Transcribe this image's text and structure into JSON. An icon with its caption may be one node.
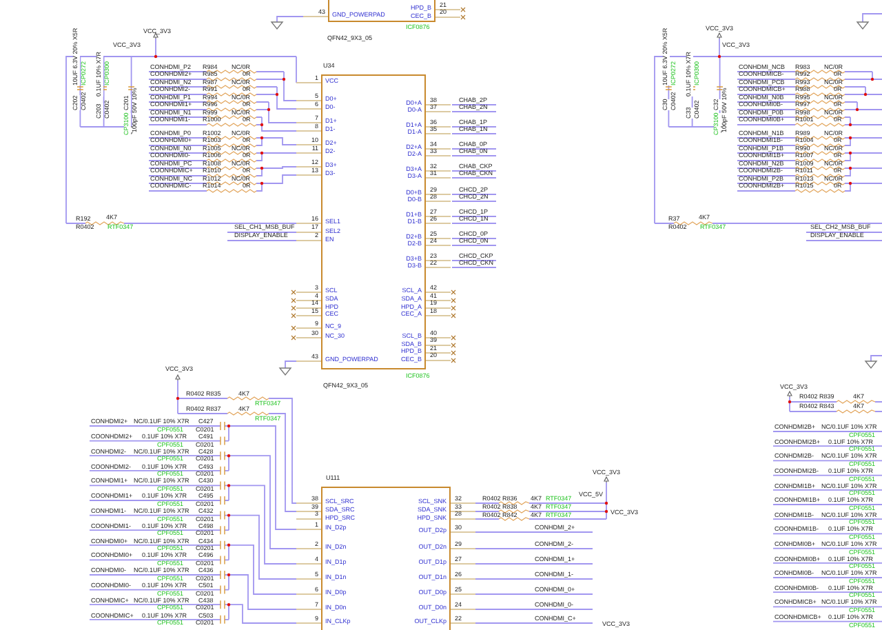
{
  "diagram": {
    "nodes": [
      {
        "text": [
          "GND_POWERPAD",
          "HPD_B",
          "CEC_B"
        ],
        "beside": [
          "43",
          "21",
          "20",
          "ICF0876",
          "QFN42_9X3_05"
        ]
      },
      {
        "text": [
          "U34",
          "VCC",
          "D0+",
          "D0-",
          "D1+",
          "D1-",
          "D2+",
          "D2-",
          "D3+",
          "D3-",
          "SEL1",
          "SEL2",
          "EN",
          "SCL",
          "SDA",
          "HPD",
          "CEC",
          "NC_9",
          "NC_30",
          "GND_POWERPAD",
          "D0+A",
          "D0-A",
          "D1+A",
          "D1-A",
          "D2+A",
          "D2-A",
          "D3+A",
          "D3-A",
          "D0+B",
          "D0-B",
          "D1+B",
          "D1-B",
          "D2+B",
          "D2-B",
          "D3+B",
          "D3-B",
          "SCL_A",
          "SDA_A",
          "HPD_A",
          "CEC_A",
          "SCL_B",
          "SDA_B",
          "HPD_B",
          "CEC_B"
        ],
        "beside": [
          "1",
          "5",
          "6",
          "7",
          "8",
          "10",
          "11",
          "12",
          "13",
          "16",
          "17",
          "2",
          "3",
          "4",
          "14",
          "15",
          "9",
          "30",
          "43",
          "38",
          "37",
          "36",
          "35",
          "34",
          "33",
          "32",
          "31",
          "29",
          "28",
          "27",
          "26",
          "25",
          "24",
          "23",
          "22",
          "42",
          "41",
          "19",
          "18",
          "40",
          "39",
          "21",
          "20",
          "ICF0876",
          "QFN42_9X3_05"
        ]
      },
      {
        "text": [
          "U111",
          "SCL_SRC",
          "SDA_SRC",
          "HPD_SRC",
          "IN_D2p",
          "IN_D2n",
          "IN_D1p",
          "IN_D1n",
          "IN_D0p",
          "IN_D0n",
          "IN_CLKp",
          "SCL_SNK",
          "SDA_SNK",
          "HPD_SNK",
          "OUT_D2p",
          "OUT_D2n",
          "OUT_D1p",
          "OUT_D1n",
          "OUT_D0p",
          "OUT_D0n",
          "OUT_CLKp"
        ],
        "beside": [
          "38",
          "39",
          "3",
          "1",
          "2",
          "4",
          "5",
          "6",
          "7",
          "9",
          "32",
          "33",
          "28",
          "30",
          "29",
          "27",
          "26",
          "25",
          "24",
          "22"
        ]
      }
    ],
    "labels": [
      "VCC_3V3",
      "VCC_3V3",
      "C202",
      "10UF 6.3V 20% X5R",
      "C0402",
      "ICP0272",
      "C203",
      "0.1UF 10% X7R",
      "C0402",
      "ICP0300",
      "CP3100",
      "C201",
      "100pF 50V 10%",
      "CONHDMI_P2",
      "R984",
      "NC/0R",
      "COONHDMI2+",
      "R985",
      "0R",
      "CONHDMI_N2",
      "R987",
      "NC/0R",
      "COONHDMI2-",
      "R991",
      "0R",
      "CONHDMI_P1",
      "R994",
      "NC/0R",
      "COONHDMI1+",
      "R996",
      "0R",
      "CONHDMI_N1",
      "R999",
      "NC/0R",
      "COONHDMI1-",
      "R1000",
      "0R",
      "CONHDMI_P0",
      "R1002",
      "NC/0R",
      "COONHDMI0+",
      "R1003",
      "0R",
      "CONHDMI_N0",
      "R1005",
      "NC/0R",
      "COONHDMI0-",
      "R1006",
      "0R",
      "CONHDMI_PC",
      "R1008",
      "NC/0R",
      "COONHDMIC+",
      "R1010",
      "0R",
      "CONHDMI_NC",
      "R1012",
      "NC/0R",
      "COONHDMIC-",
      "R1014",
      "0R",
      "R192",
      "R0402",
      "4K7",
      "RTF0347",
      "SEL_CH1_MSB_BUF",
      "DISPLAY_ENABLE",
      "CHAB_2P",
      "CHAB_2N",
      "CHAB_1P",
      "CHAB_1N",
      "CHAB_0P",
      "CHAB_0N",
      "CHAB_CKP",
      "CHAB_CKN",
      "CHCD_2P",
      "CHCD_2N",
      "CHCD_1P",
      "CHCD_1N",
      "CHCD_0P",
      "CHCD_0N",
      "CHCD_CKP",
      "CHCD_CKN",
      "VCC_3V3",
      "R0402 R835",
      "4K7",
      "RTF0347",
      "R0402 R837",
      "4K7",
      "RTF0347",
      "CONHDMI2+",
      "NC/0.1UF 10% X7R",
      "C427",
      "CPF0551",
      "C0201",
      "COONHDMI2+",
      "0.1UF 10% X7R",
      "C491",
      "CPF0551",
      "C0201",
      "CONHDMI2-",
      "NC/0.1UF 10% X7R",
      "C428",
      "CPF0551",
      "C0201",
      "COONHDMI2-",
      "0.1UF 10% X7R",
      "C493",
      "CPF0551",
      "C0201",
      "CONHDMI1+",
      "NC/0.1UF 10% X7R",
      "C430",
      "CPF0551",
      "C0201",
      "COONHDMI1+",
      "0.1UF 10% X7R",
      "C495",
      "CPF0551",
      "C0201",
      "CONHDMI1-",
      "NC/0.1UF 10% X7R",
      "C432",
      "CPF0551",
      "C0201",
      "COONHDMI1-",
      "0.1UF 10% X7R",
      "C498",
      "CPF0551",
      "C0201",
      "CONHDMI0+",
      "NC/0.1UF 10% X7R",
      "C434",
      "CPF0551",
      "C0201",
      "COONHDMI0+",
      "0.1UF 10% X7R",
      "C496",
      "CPF0551",
      "C0201",
      "CONHDMI0-",
      "NC/0.1UF 10% X7R",
      "C436",
      "CPF0551",
      "C0201",
      "COONHDMI0-",
      "0.1UF 10% X7R",
      "C501",
      "CPF0551",
      "C0201",
      "CONHDMIC+",
      "NC/0.1UF 10% X7R",
      "C438",
      "CPF0551",
      "C0201",
      "COONHDMIC+",
      "0.1UF 10% X7R",
      "C503",
      "CPF0551",
      "C0201",
      "VCC_3V3",
      "R0402 R836",
      "4K7",
      "RTF0347",
      "VCC_5V",
      "R0402 R838",
      "4K7",
      "RTF0347",
      "R0402 R842",
      "4K7",
      "RTF0347",
      "VCC_3V3",
      "CONHDMI_2+",
      "CONHDMI_2-",
      "CONHDMI_1+",
      "CONHDMI_1-",
      "CONHDMI_0+",
      "CONHDMI_0-",
      "CONHDMI_C+",
      "VCC_3V3",
      "VCC_3V3",
      "VCC_3V3",
      "C30",
      "10UF 6.3V 20% X5R",
      "C0402",
      "ICP0272",
      "C33",
      "0.1UF 10% X7R",
      "C0402",
      "ICP0300",
      "CP3100",
      "C32",
      "100pF 50V 10%",
      "CONHDMI_NCB",
      "R983",
      "NC/0R",
      "COONHDMICB-",
      "R992",
      "0R",
      "CONHDMI_PCB",
      "R993",
      "NC/0R",
      "COONHDMICB+",
      "R988",
      "0R",
      "CONHDMI_N0B",
      "R995",
      "NC/0R",
      "COONHDMI0B-",
      "R997",
      "0R",
      "CONHDMI_P0B",
      "R998",
      "NC/0R",
      "COONHDMI0B+",
      "R1001",
      "0R",
      "CONHDMI_N1B",
      "R989",
      "NC/0R",
      "COONHDMI1B-",
      "R1004",
      "0R",
      "CONHDMI_P1B",
      "R990",
      "NC/0R",
      "COONHDMI1B+",
      "R1007",
      "0R",
      "CONHDMI_N2B",
      "R1009",
      "NC/0R",
      "COONHDMI2B-",
      "R1011",
      "0R",
      "CONHDMI_P2B",
      "R1013",
      "NC/0R",
      "COONHDMI2B+",
      "R1015",
      "0R",
      "R37",
      "R0402",
      "4K7",
      "RTF0347",
      "SEL_CH2_MSB_BUF",
      "DISPLAY_ENABLE",
      "VCC_3V3",
      "R0402 R839",
      "4K7",
      "R0402 R843",
      "4K7",
      "CONHDMI2B+",
      "NC/0.1UF 10% X7R",
      "CPF0551",
      "COONHDMI2B+",
      "0.1UF 10% X7R",
      "CPF0551",
      "CONHDMI2B-",
      "NC/0.1UF 10% X7R",
      "CPF0551",
      "COONHDMI2B-",
      "0.1UF 10% X7R",
      "CPF0551",
      "CONHDMI1B+",
      "NC/0.1UF 10% X7R",
      "CPF0551",
      "COONHDMI1B+",
      "0.1UF 10% X7R",
      "CPF0551",
      "CONHDMI1B-",
      "NC/0.1UF 10% X7R",
      "CPF0551",
      "COONHDMI1B-",
      "0.1UF 10% X7R",
      "CPF0551",
      "CONHDMI0B+",
      "NC/0.1UF 10% X7R",
      "CPF0551",
      "COONHDMI0B+",
      "0.1UF 10% X7R",
      "CPF0551",
      "CONHDMI0B-",
      "NC/0.1UF 10% X7R",
      "CPF0551",
      "COONHDMI0B-",
      "0.1UF 10% X7R",
      "CPF0551",
      "CONHDMICB+",
      "NC/0.1UF 10% X7R",
      "CPF0551",
      "COONHDMICB+",
      "0.1UF 10% X7R",
      "CPF0551"
    ]
  }
}
